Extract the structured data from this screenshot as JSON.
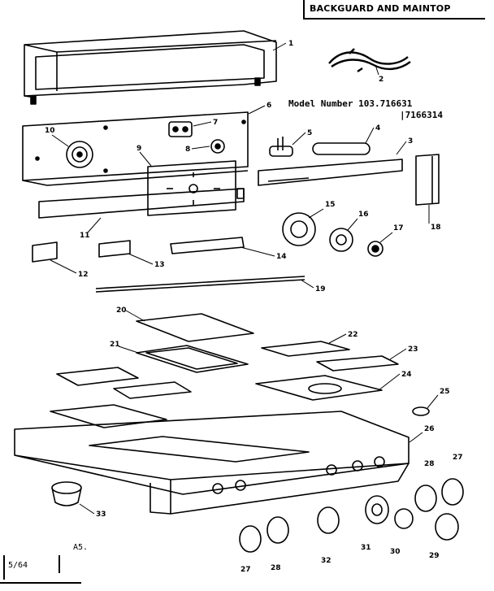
{
  "header": {
    "title": "BACKGUARD AND MAINTOP"
  },
  "model": {
    "line1": "Model Number 103.716631",
    "line2": "|7166314"
  },
  "footer": {
    "date": "5/64",
    "code": "A5."
  },
  "callouts": [
    "1",
    "2",
    "3",
    "4",
    "5",
    "6",
    "7",
    "8",
    "9",
    "10",
    "11",
    "12",
    "13",
    "14",
    "15",
    "16",
    "17",
    "18",
    "19",
    "20",
    "21",
    "22",
    "23",
    "24",
    "25",
    "26",
    "27",
    "28",
    "29",
    "30",
    "31",
    "32",
    "33",
    "27",
    "28"
  ]
}
